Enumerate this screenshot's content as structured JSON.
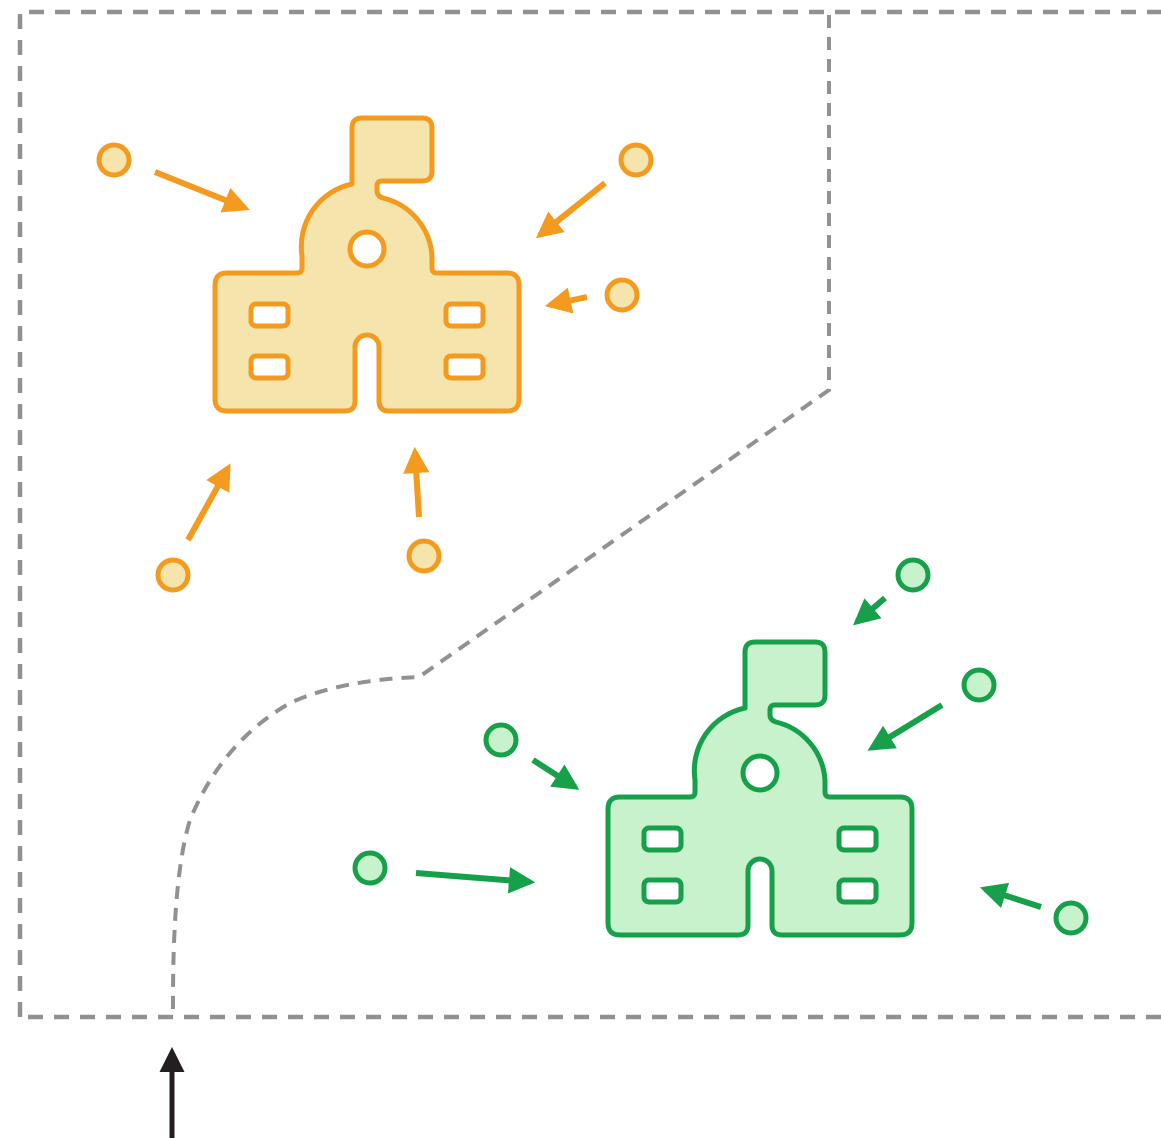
{
  "diagram": {
    "colors": {
      "boundary": "#8f9193",
      "orange_stroke": "#f39a1f",
      "orange_fill": "#f6e4ad",
      "green_stroke": "#16a04a",
      "green_fill": "#c7f2cc",
      "pointer": "#231f20",
      "window": "#ffffff"
    },
    "zones": [
      {
        "name": "orange-zone",
        "school_icon": "school-icon",
        "home_count": 5
      },
      {
        "name": "green-zone",
        "school_icon": "school-icon",
        "home_count": 5
      }
    ],
    "boundary_style": "dashed",
    "pointer_icon": "up-arrow-icon"
  }
}
